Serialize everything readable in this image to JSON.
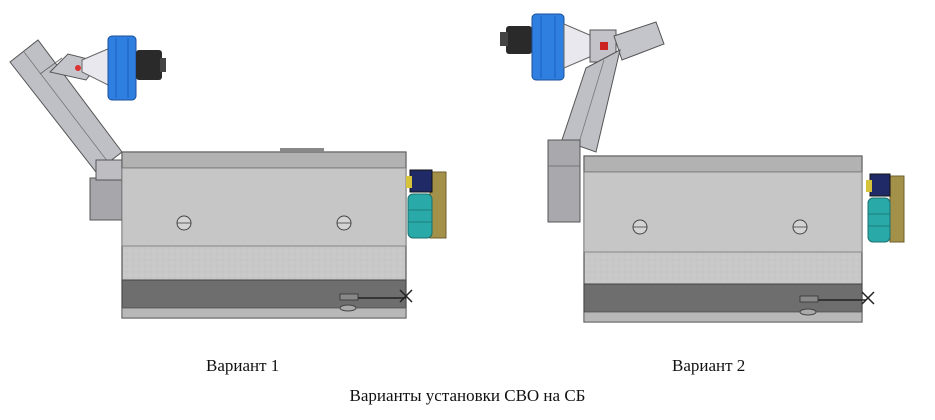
{
  "figure": {
    "variant_1_label": "Вариант 1",
    "variant_2_label": "Вариант 2",
    "caption": "Варианты установки СВО на СБ"
  },
  "colors": {
    "body_fill": "#c9c9c9",
    "body_dark_band": "#6e6e6e",
    "duct_fill": "#bdbdc4",
    "fan_blue": "#2f7fe0",
    "motor_black": "#262626",
    "pump_teal": "#2aa9a9",
    "plate_olive": "#a3914a"
  }
}
